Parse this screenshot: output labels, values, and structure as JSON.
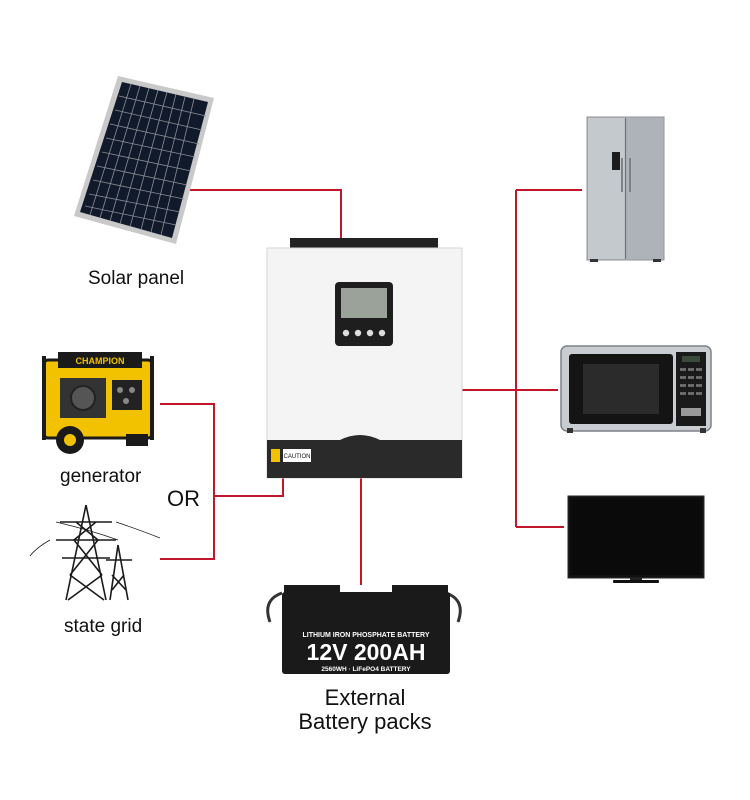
{
  "colors": {
    "wire": "#c0182a",
    "inverter_body": "#f4f4f4",
    "inverter_base": "#2a2a2a",
    "accent_yellow": "#f2c200"
  },
  "labels": {
    "solar_panel": "Solar panel",
    "generator": "generator",
    "or": "OR",
    "state_grid": "state grid",
    "battery_line1": "External",
    "battery_line2": "Battery packs"
  },
  "battery": {
    "chem_text": "LITHIUM IRON PHOSPHATE BATTERY",
    "rating_text": "12V 200AH",
    "sub_text": "2560WH · LiFePO4 BATTERY"
  },
  "generator": {
    "brand_text": "CHAMPION"
  },
  "inverter": {
    "caution_text": "CAUTION"
  },
  "icons": [
    "solar-panel-icon",
    "generator-icon",
    "power-tower-icon",
    "inverter-icon",
    "battery-icon",
    "refrigerator-icon",
    "microwave-icon",
    "television-icon"
  ]
}
